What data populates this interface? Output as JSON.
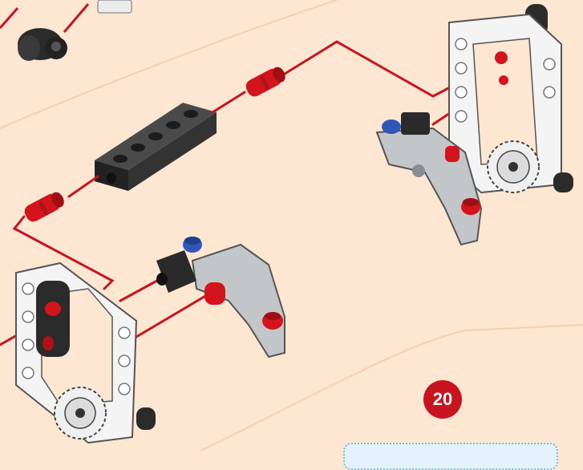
{
  "instruction": {
    "step_number": "20"
  },
  "colors": {
    "background": "#fde6d2",
    "guide_line": "#c8141e",
    "step_badge": "#c8141e",
    "part_white": "#f2f2f2",
    "part_black": "#2a2a2a",
    "part_gray": "#c3c6c9",
    "part_red": "#d3141c",
    "part_blue": "#2f56b8",
    "note_box": "#e4f3fb"
  },
  "parts": {
    "beam": "black-beam-5-hole",
    "connectors": "red-axle-connector",
    "brackets": "gray-angled-bracket",
    "frames": "white-frame",
    "gears": "white-gear"
  }
}
